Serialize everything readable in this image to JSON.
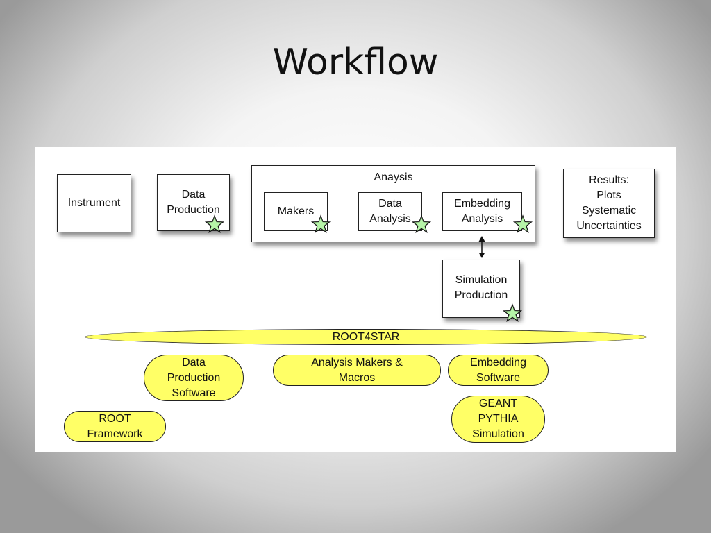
{
  "title": "Workflow",
  "diagram": {
    "instrument": "Instrument",
    "data_production": "Data\nProduction",
    "analysis_group": {
      "label": "Anaysis",
      "makers": "Makers",
      "data_analysis": "Data\nAnalysis",
      "embedding_analysis": "Embedding\nAnalysis"
    },
    "results": "Results:\nPlots\nSystematic\nUncertainties",
    "simulation_production": "Simulation\nProduction",
    "root4star": "ROOT4STAR",
    "software": {
      "data_production_software": "Data\nProduction\nSoftware",
      "analysis_makers_macros": "Analysis Makers &\nMacros",
      "embedding_software": "Embedding\nSoftware",
      "geant_pythia": "GEANT\nPYTHIA\nSimulation",
      "root_framework": "ROOT\nFramework"
    },
    "colors": {
      "software_fill": "#ffff66",
      "star_fill": "#b6f5a8",
      "outline": "#222222"
    },
    "icons": {
      "star": "star-icon",
      "arrow": "double-arrow-icon"
    }
  }
}
